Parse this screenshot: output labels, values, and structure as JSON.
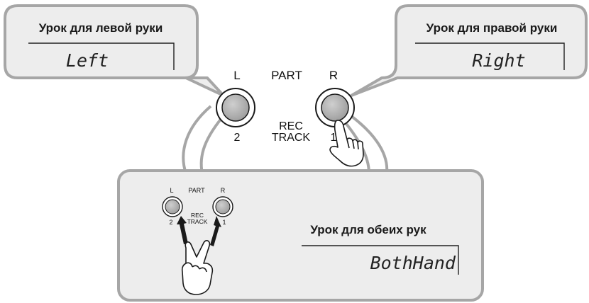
{
  "callouts": {
    "left": {
      "title": "Урок для левой руки",
      "display": "Left"
    },
    "right": {
      "title": "Урок для правой руки",
      "display": "Right"
    },
    "both": {
      "title": "Урок для обеих рук",
      "display": "BothHand"
    }
  },
  "panel": {
    "part": "PART",
    "rec": "REC",
    "track": "TRACK",
    "left_button": {
      "letter": "L",
      "track_number": "2"
    },
    "right_button": {
      "letter": "R",
      "track_number": "1"
    }
  },
  "inset_panel": {
    "part": "PART",
    "rec": "REC",
    "track": "TRACK",
    "left_button": {
      "letter": "L",
      "track_number": "2"
    },
    "right_button": {
      "letter": "R",
      "track_number": "1"
    }
  },
  "colors": {
    "callout_fill": "#ededed",
    "callout_border": "#a6a6a6",
    "button_fill": "#a8a8a8"
  }
}
